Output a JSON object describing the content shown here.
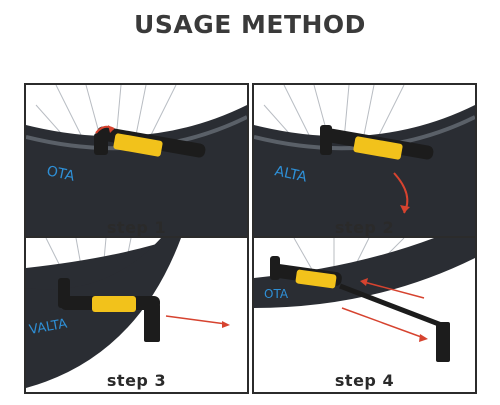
{
  "header": {
    "title": "USAGE METHOD"
  },
  "colors": {
    "tire": "#2a2d33",
    "pump_body": "#1c1c1c",
    "pump_label": "#f2c21b",
    "arrow": "#d6432f",
    "rim_text": "#2e8fd6"
  },
  "steps": [
    {
      "label": "step 1",
      "tire_text": "OTA"
    },
    {
      "label": "step 2",
      "tire_text": "ALTA"
    },
    {
      "label": "step 3",
      "tire_text": "VALTA"
    },
    {
      "label": "step 4",
      "tire_text": "OTA"
    }
  ]
}
